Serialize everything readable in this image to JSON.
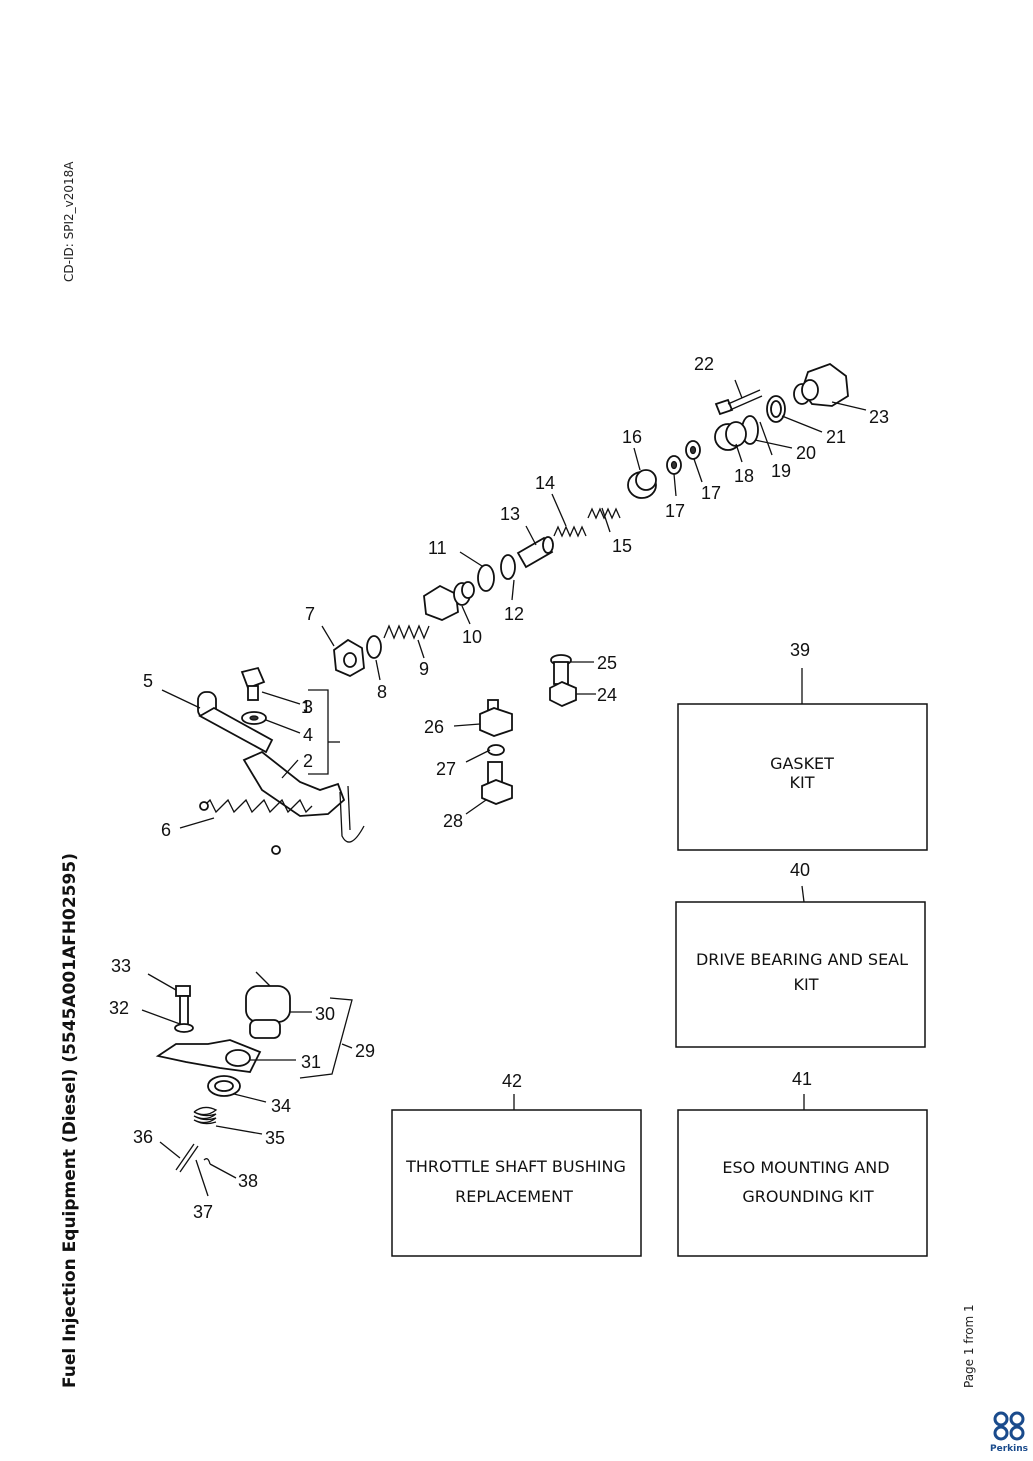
{
  "document": {
    "cd_id": "CD-ID: SPI2_v2018A",
    "title": "Fuel Injection Equipment (Diesel) (5545A001AFH02595)",
    "page_info": "Page 1 from 1",
    "logo_text": "Perkins"
  },
  "callouts": [
    "1",
    "2",
    "3",
    "4",
    "5",
    "6",
    "7",
    "8",
    "9",
    "10",
    "11",
    "12",
    "13",
    "14",
    "15",
    "16",
    "17",
    "17",
    "18",
    "19",
    "20",
    "21",
    "22",
    "23",
    "24",
    "25",
    "26",
    "27",
    "28",
    "29",
    "30",
    "31",
    "32",
    "33",
    "34",
    "35",
    "36",
    "37",
    "38"
  ],
  "kits": [
    {
      "number": "39",
      "line1": "GASKET",
      "line2": "KIT"
    },
    {
      "number": "40",
      "line1": "DRIVE BEARING AND SEAL",
      "line2": "KIT"
    },
    {
      "number": "41",
      "line1": "ESO MOUNTING AND",
      "line2": "GROUNDING KIT"
    },
    {
      "number": "42",
      "line1": "THROTTLE SHAFT BUSHING",
      "line2": "REPLACEMENT"
    }
  ]
}
